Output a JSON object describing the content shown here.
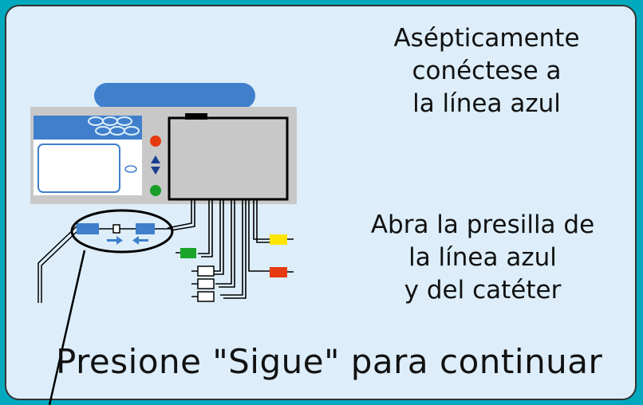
{
  "instructions": {
    "block1": [
      "Asépticamente",
      "conéctese a",
      "la línea azul"
    ],
    "block2": [
      "Abra la presilla de",
      "la línea azul",
      "y del catéter"
    ]
  },
  "footer": {
    "text": "Presione \"Sigue\" para continuar"
  },
  "colors": {
    "background": "#00a9bd",
    "panel": "#ddeefa",
    "device_body": "#c8c8c8",
    "blue_line": "#3f7fcc",
    "red_indicator": "#e63b10",
    "green_indicator": "#1a9e2a",
    "yellow_connector": "#ffe600",
    "red_connector": "#e63b10",
    "green_connector": "#1aa52a"
  }
}
